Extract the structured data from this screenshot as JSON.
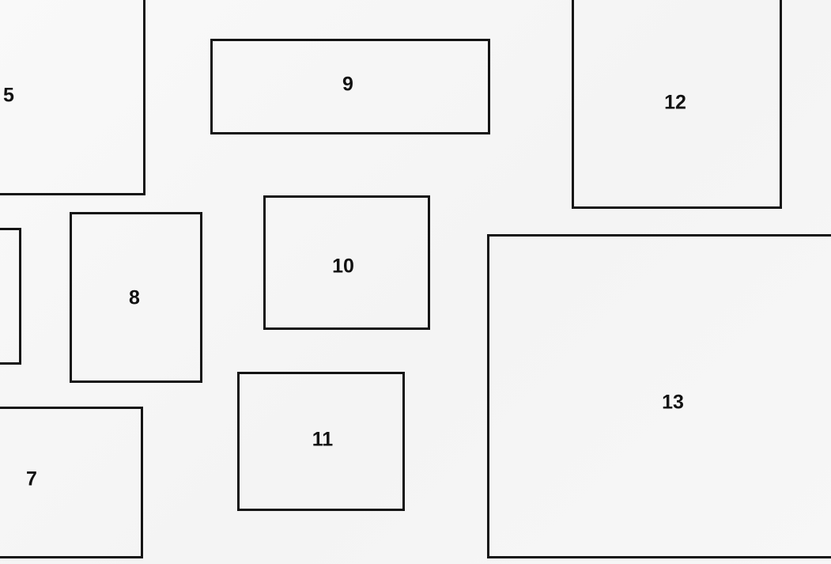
{
  "diagram": {
    "boxes": [
      {
        "id": "5",
        "label": "5"
      },
      {
        "id": "6",
        "label": ""
      },
      {
        "id": "7",
        "label": "7"
      },
      {
        "id": "8",
        "label": "8"
      },
      {
        "id": "9",
        "label": "9"
      },
      {
        "id": "10",
        "label": "10"
      },
      {
        "id": "11",
        "label": "11"
      },
      {
        "id": "12",
        "label": "12"
      },
      {
        "id": "13",
        "label": "13"
      }
    ]
  },
  "colors": {
    "background": "#f7f7f7",
    "stroke": "#141414",
    "text": "#111111"
  }
}
